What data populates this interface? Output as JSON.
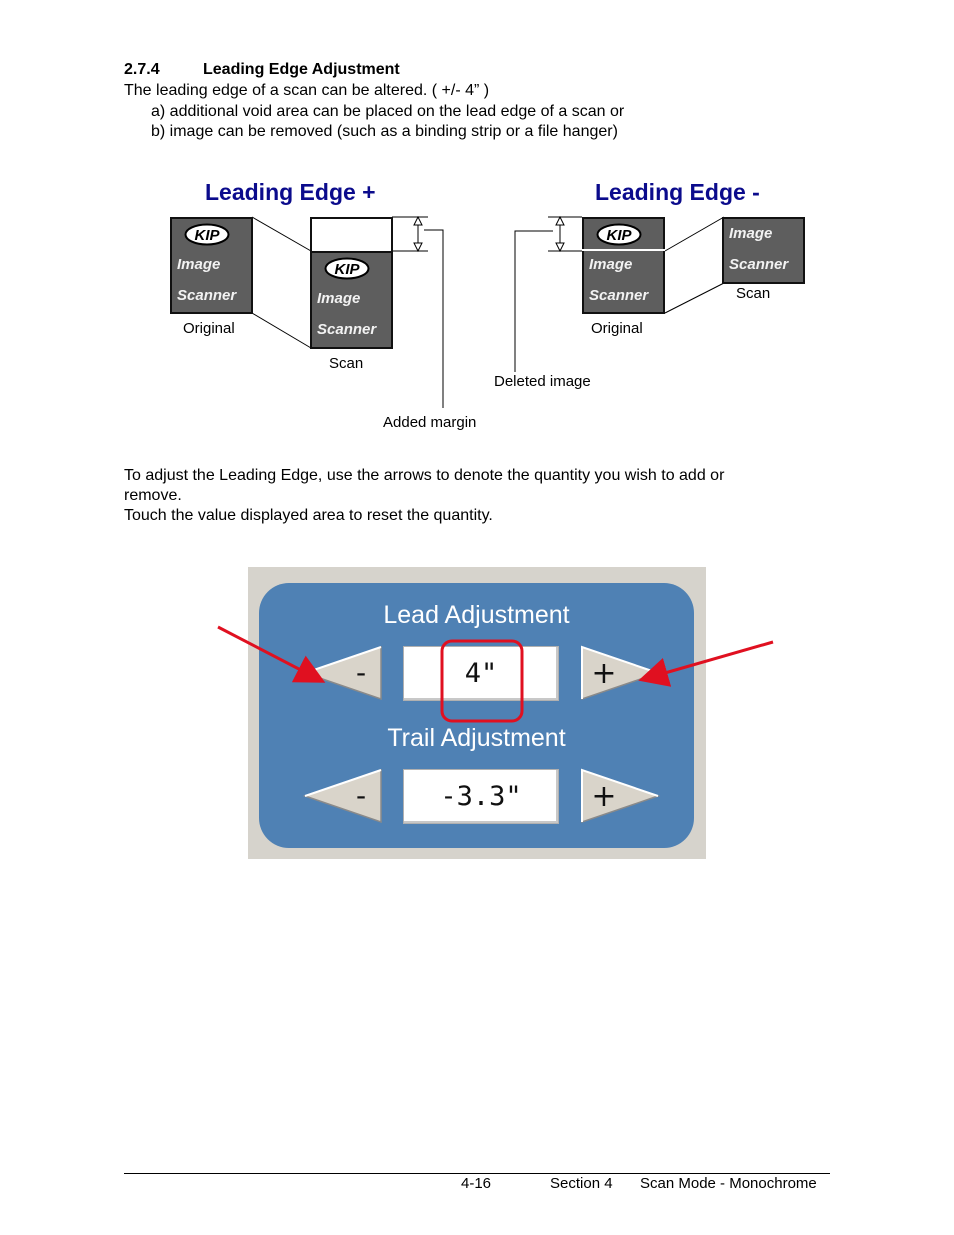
{
  "section": {
    "number": "2.7.4",
    "title": "Leading Edge Adjustment",
    "intro": "The leading edge of a scan can be altered. ( +/- 4” )",
    "items": [
      "a)  additional void area can be placed on the lead edge of a scan or",
      "b)  image can be removed (such as a binding strip or a file hanger)"
    ]
  },
  "diagram": {
    "plus_title": "Leading Edge +",
    "minus_title": "Leading Edge -",
    "logo_text": "KIP",
    "word_image": "Image",
    "word_scanner": "Scanner",
    "label_original": "Original",
    "label_scan": "Scan",
    "label_added_margin": "Added margin",
    "label_deleted_image": "Deleted image"
  },
  "body_text": [
    "To adjust the Leading Edge, use the arrows to denote the quantity you wish to add or",
    "remove.",
    "Touch the value displayed area to reset the quantity."
  ],
  "panel": {
    "lead_title": "Lead Adjustment",
    "lead_value": "4\"",
    "trail_title": "Trail Adjustment",
    "trail_value": "-3.3\"",
    "minus_label": "-",
    "plus_label": "+",
    "highlight_color": "#e01020",
    "panel_color": "#4f81b4"
  },
  "footer": {
    "page": "4-16",
    "section": "Section 4",
    "chapter": "Scan Mode - Monochrome"
  }
}
